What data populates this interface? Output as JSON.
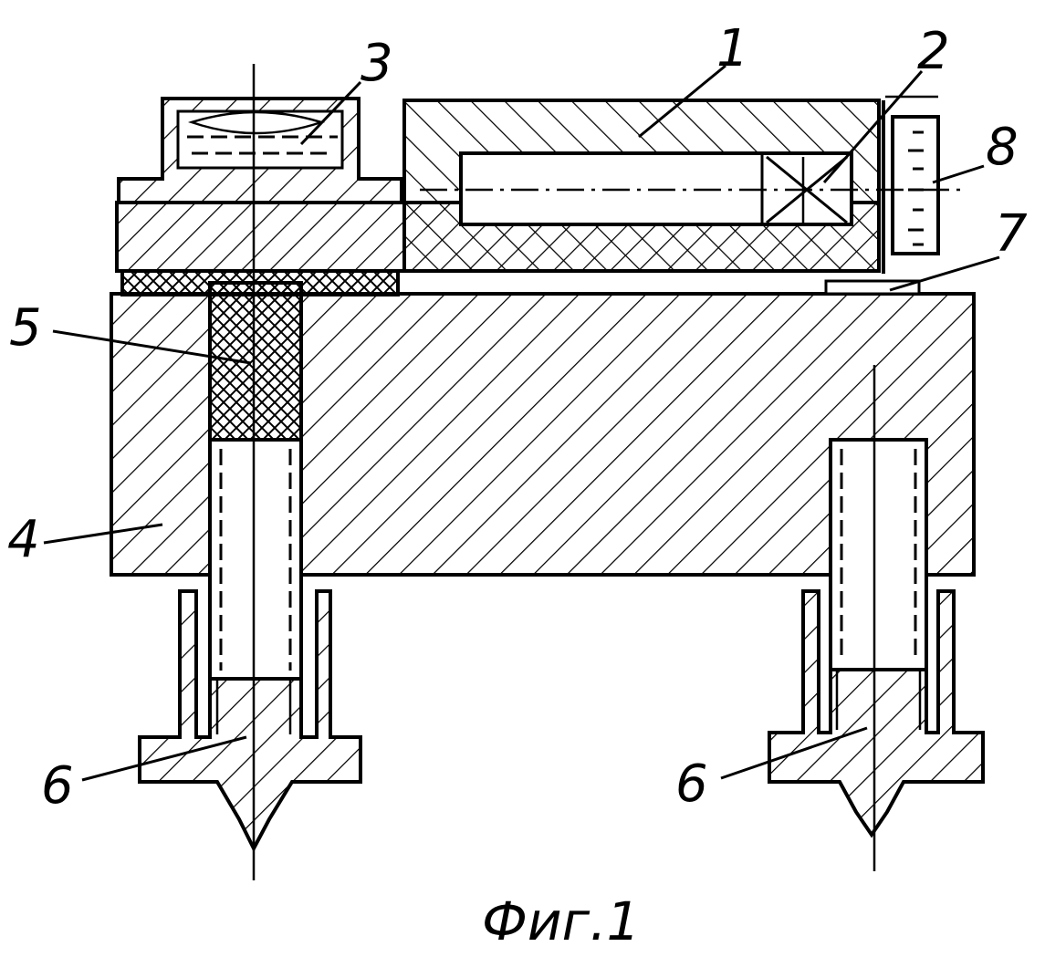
{
  "figure": {
    "caption": "Фиг.1"
  },
  "labels": {
    "l1": "1",
    "l2": "2",
    "l3": "3",
    "l4": "4",
    "l5": "5",
    "l6a": "6",
    "l6b": "6",
    "l7": "7",
    "l8": "8"
  }
}
